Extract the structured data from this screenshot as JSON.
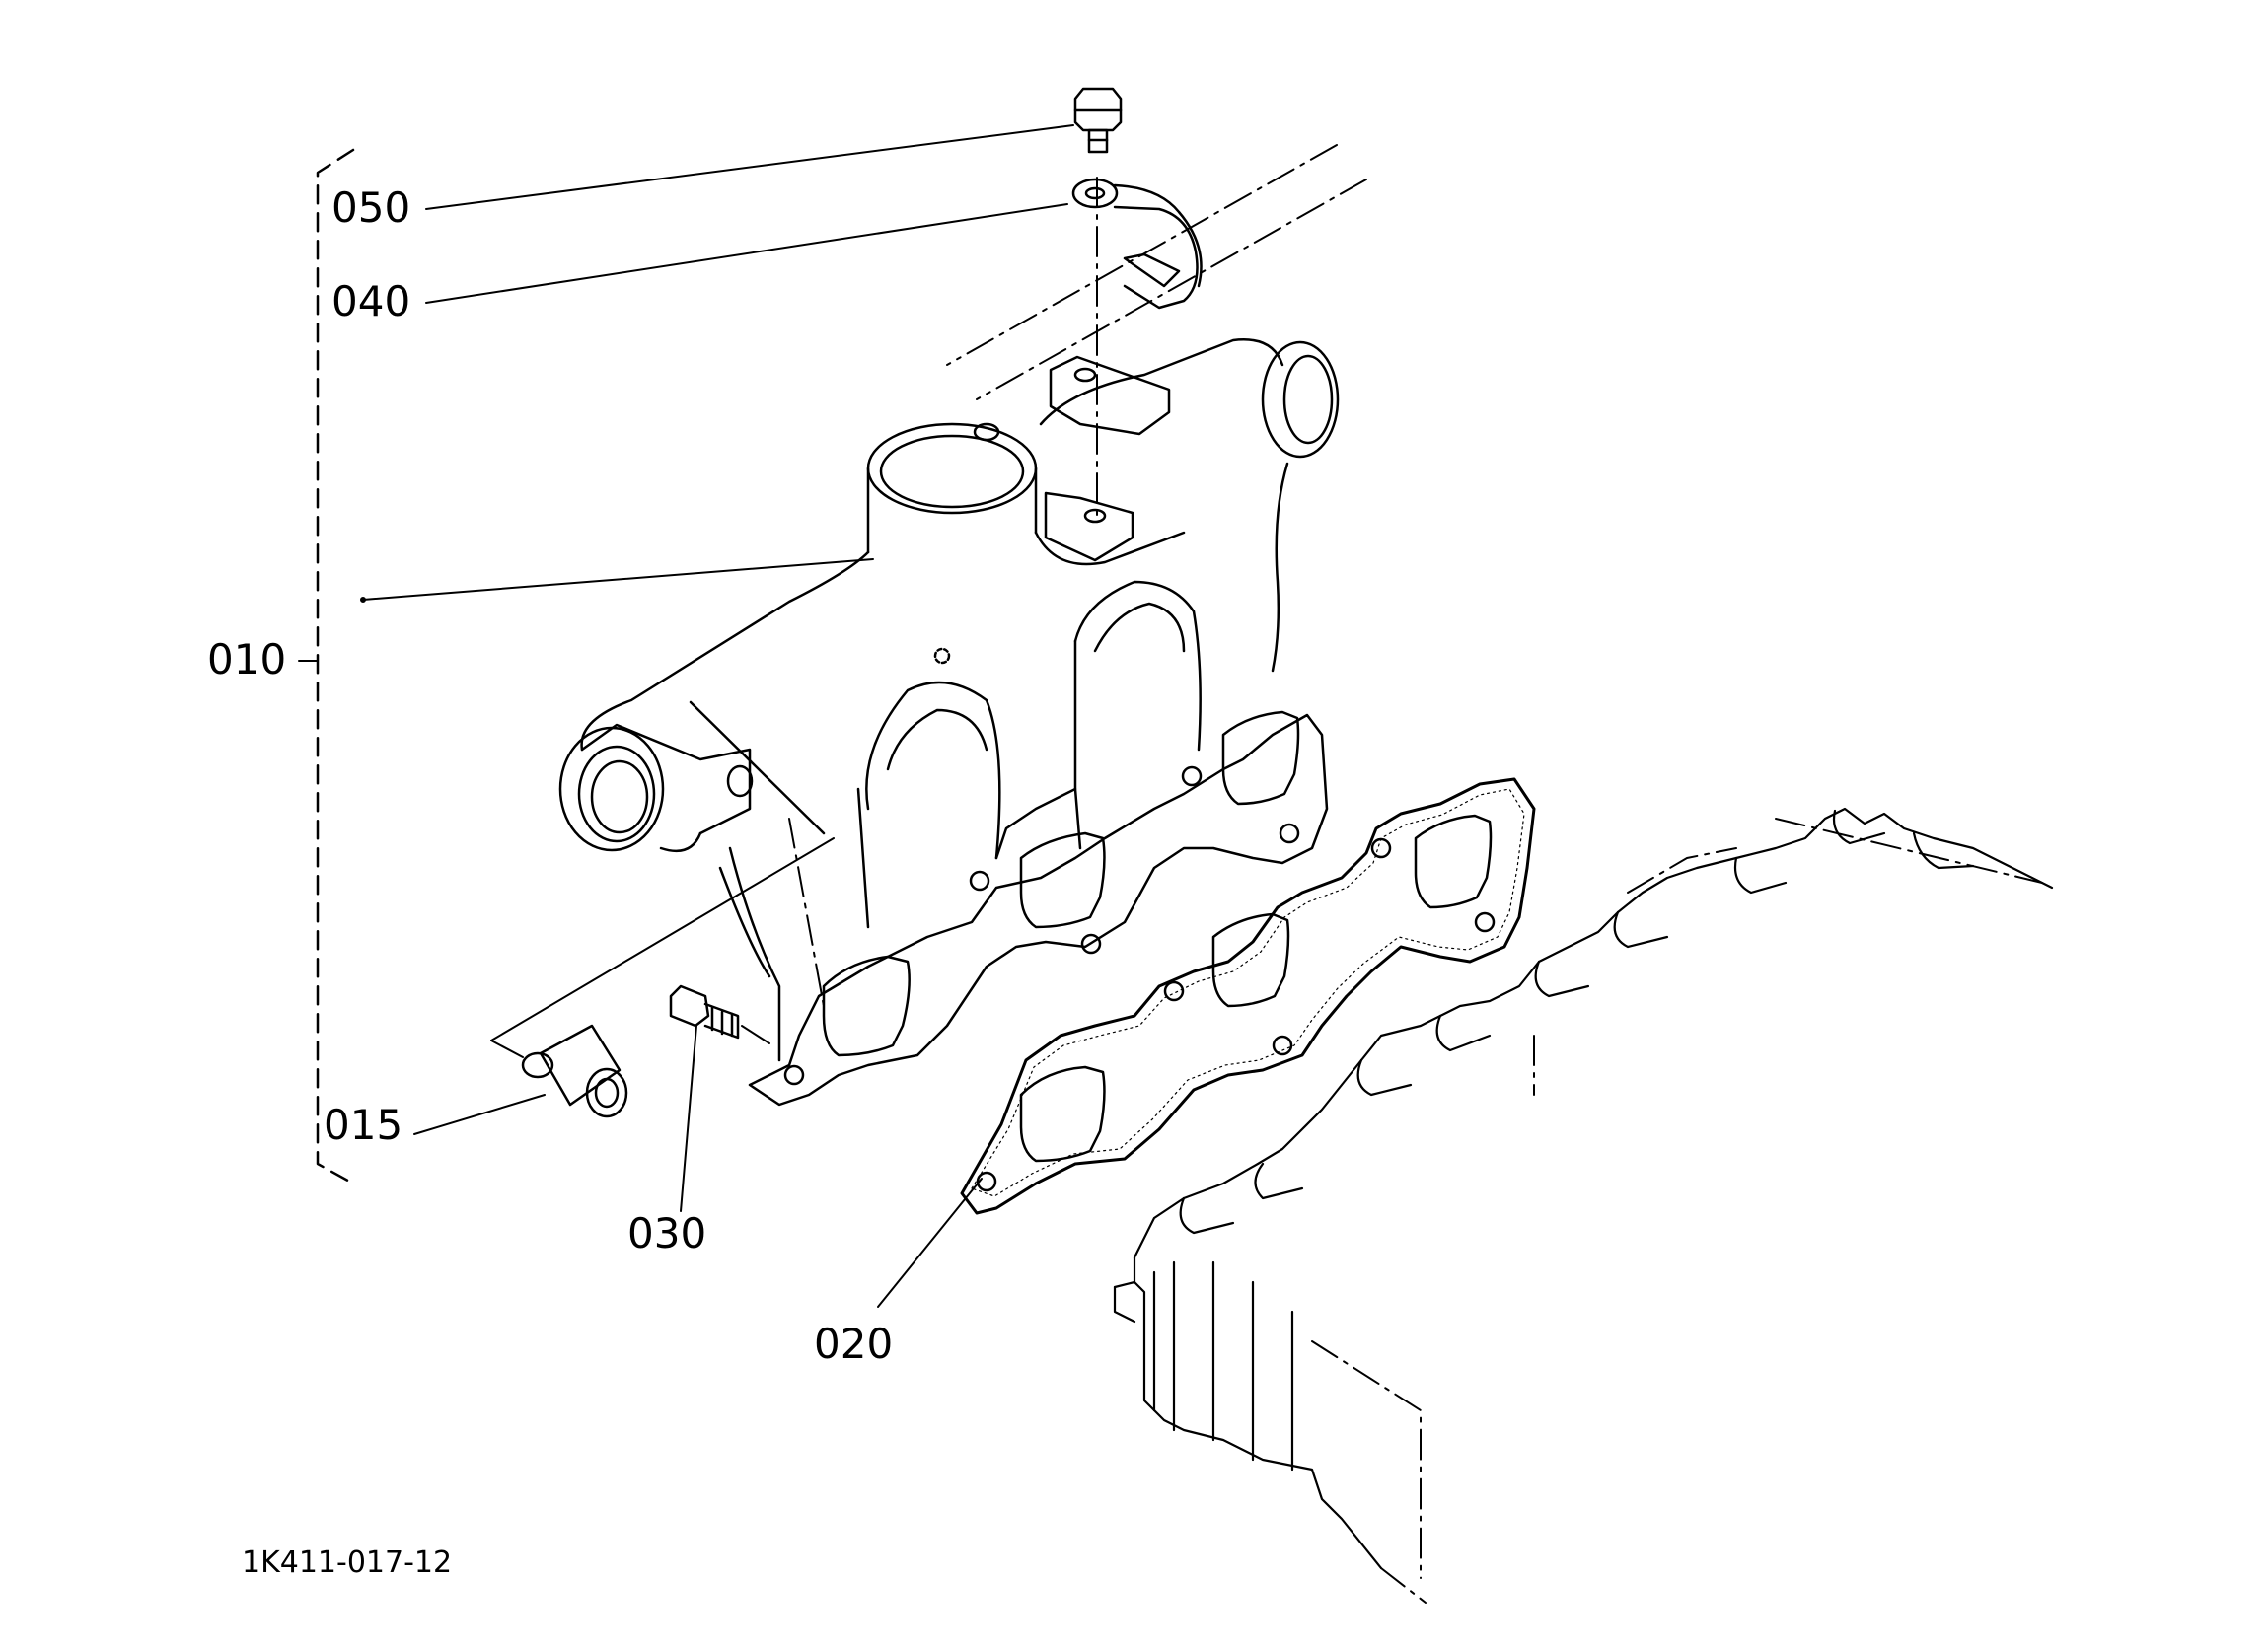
{
  "diagram": {
    "drawing_number": "1K411-017-12",
    "callouts": [
      {
        "id": "050",
        "label": "050"
      },
      {
        "id": "040",
        "label": "040"
      },
      {
        "id": "010",
        "label": "010"
      },
      {
        "id": "015",
        "label": "015"
      },
      {
        "id": "030",
        "label": "030"
      },
      {
        "id": "020",
        "label": "020"
      }
    ],
    "colors": {
      "line": "#000000",
      "background": "#ffffff"
    }
  }
}
